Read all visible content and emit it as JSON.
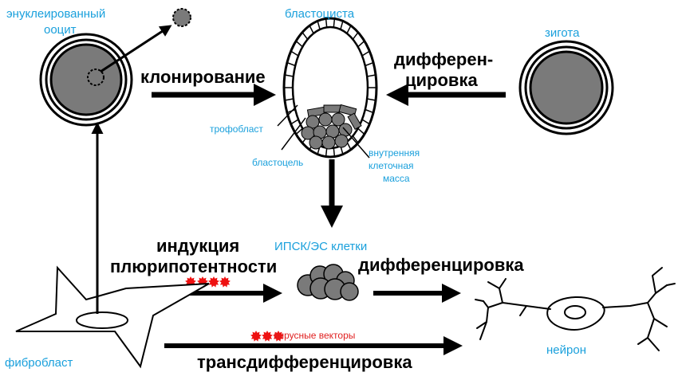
{
  "labels": {
    "enucleated_oocyte_line1": "энуклеированный",
    "enucleated_oocyte_line2": "ооцит",
    "blastocyst": "бластоциста",
    "zygote": "зигота",
    "cloning": "клонирование",
    "differentiation_top_line1": "дифферен-",
    "differentiation_top_line2": "цировка",
    "trophoblast": "трофобласт",
    "blastocoel": "бластоцель",
    "inner_cell_mass_line1": "внутренняя",
    "inner_cell_mass_line2": "клеточная",
    "inner_cell_mass_line3": "масса",
    "induction_line1": "индукция",
    "induction_line2": "плюрипотентности",
    "ipsc_es_cells": "ИПСК/ЭС клетки",
    "differentiation_mid": "дифференцировка",
    "viral_vectors": "вирусные векторы",
    "fibroblast": "фибробласт",
    "neuron": "нейрон",
    "transdifferentiation": "трансдифференцировка"
  },
  "colors": {
    "label_blue": "#1aa0dc",
    "label_red": "#e02020",
    "cell_gray": "#7a7a7a",
    "factor_red": "#ee1111"
  }
}
